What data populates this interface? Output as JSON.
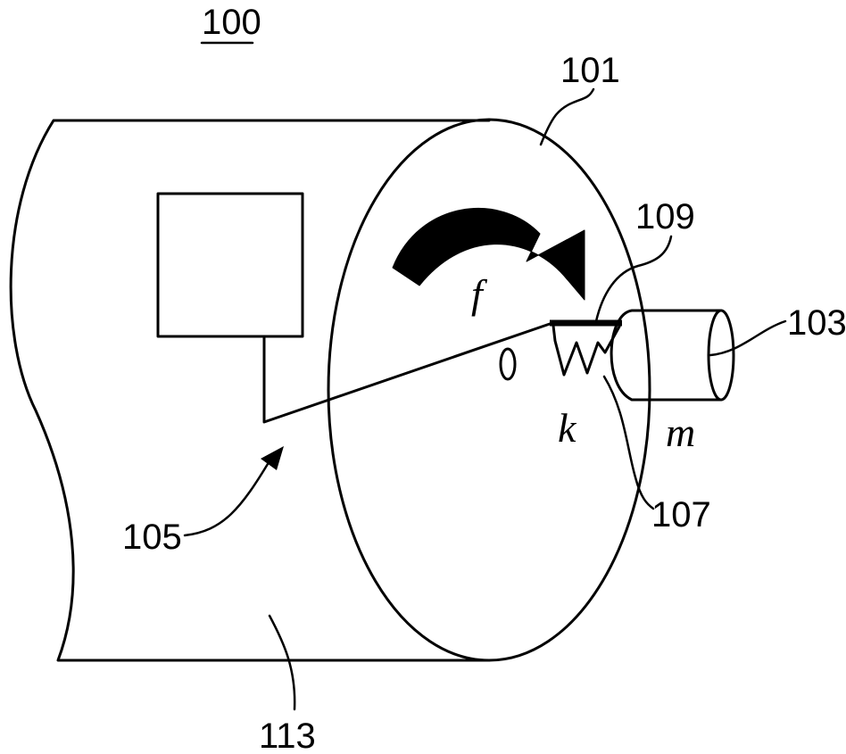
{
  "figure": {
    "title": "100",
    "labels": {
      "disc": "101",
      "mass_body": "103",
      "sensor_unit": "105",
      "spring": "107",
      "connecting_rod": "109",
      "housing": "113"
    },
    "symbols": {
      "angular_frequency": "f",
      "pivot": "0",
      "stiffness": "k",
      "mass": "m"
    },
    "colors": {
      "ink": "#000000",
      "background": "#ffffff"
    }
  }
}
